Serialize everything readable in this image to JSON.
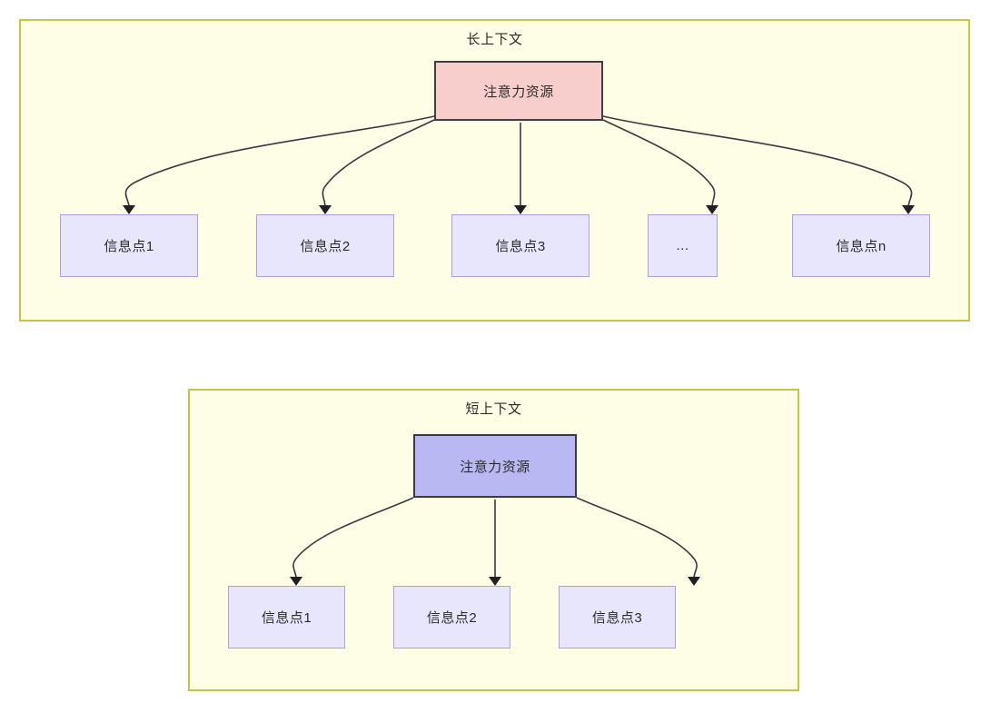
{
  "diagram": {
    "type": "tree-diagram",
    "background": "#ffffff",
    "panels": [
      {
        "id": "long-context",
        "title": "长上下文",
        "fill": "#fefde5",
        "border": "#c8c445",
        "root": {
          "label": "注意力资源",
          "fill": "#f8cecc",
          "border": "#413f44"
        },
        "leaves": [
          {
            "label": "信息点1",
            "fill": "#e8e6fd",
            "border": "#b39ddb"
          },
          {
            "label": "信息点2",
            "fill": "#e8e6fd",
            "border": "#b39ddb"
          },
          {
            "label": "信息点3",
            "fill": "#e8e6fd",
            "border": "#b39ddb"
          },
          {
            "label": "...",
            "fill": "#e8e6fd",
            "border": "#b39ddb"
          },
          {
            "label": "信息点n",
            "fill": "#e8e6fd",
            "border": "#b39ddb"
          }
        ]
      },
      {
        "id": "short-context",
        "title": "短上下文",
        "fill": "#fefde5",
        "border": "#c8c445",
        "root": {
          "label": "注意力资源",
          "fill": "#b9b8f2",
          "border": "#3b3a43"
        },
        "leaves": [
          {
            "label": "信息点1",
            "fill": "#e8e6fd",
            "border": "#b39ddb"
          },
          {
            "label": "信息点2",
            "fill": "#e8e6fd",
            "border": "#b39ddb"
          },
          {
            "label": "信息点3",
            "fill": "#e8e6fd",
            "border": "#b39ddb"
          }
        ]
      }
    ],
    "edge_color": "#3b3a43",
    "arrowhead_color": "#1f1f24"
  }
}
